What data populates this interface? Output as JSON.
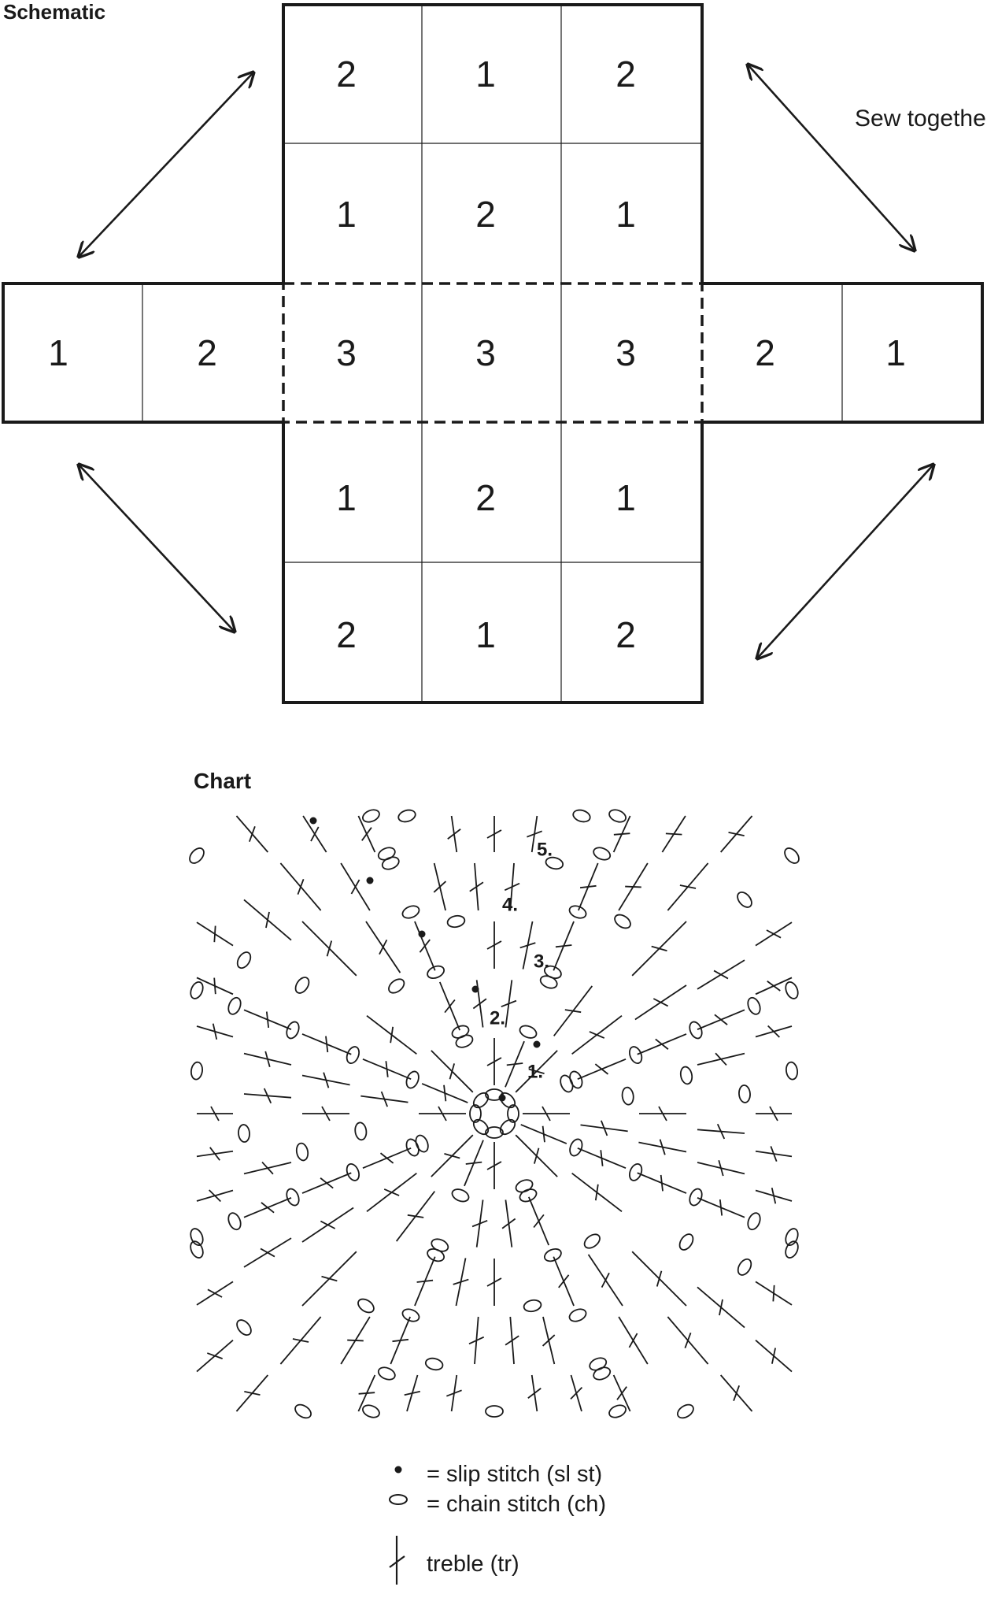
{
  "schematic": {
    "title": "Schematic",
    "sew_label": "Sew together",
    "left_arm": [
      "1",
      "2"
    ],
    "right_arm": [
      "2",
      "1"
    ],
    "center_grid": [
      [
        "2",
        "1",
        "2"
      ],
      [
        "1",
        "2",
        "1"
      ],
      [
        "3",
        "3",
        "3"
      ],
      [
        "1",
        "2",
        "1"
      ],
      [
        "2",
        "1",
        "2"
      ]
    ]
  },
  "chart": {
    "title": "Chart",
    "round_labels": [
      "1.",
      "2.",
      "3.",
      "4.",
      "5."
    ]
  },
  "legend": {
    "slip_stitch": "= slip stitch (sl st)",
    "chain_stitch": "= chain stitch (ch)",
    "treble": "treble (tr)"
  },
  "colors": {
    "ink": "#1a1a1a",
    "background": "#ffffff"
  }
}
